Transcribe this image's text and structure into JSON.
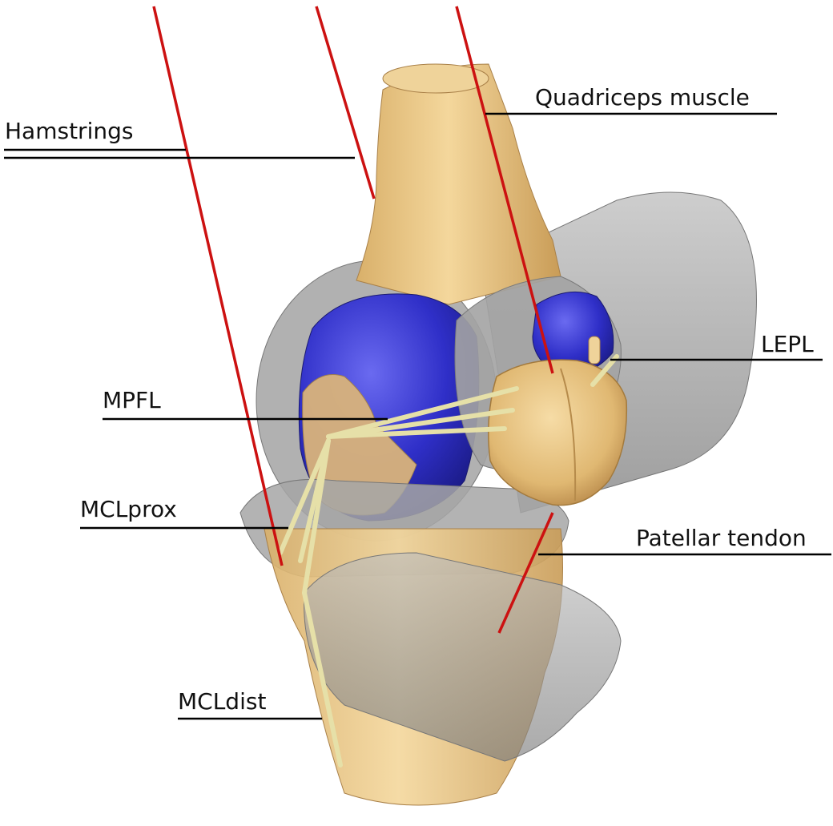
{
  "figure": {
    "labels": {
      "hamstrings": "Hamstrings",
      "quadriceps": "Quadriceps muscle",
      "lepl": "LEPL",
      "mpfl": "MPFL",
      "mclprox": "MCLprox",
      "patellar_tendon": "Patellar tendon",
      "mcldist": "MCLdist"
    },
    "colors": {
      "bone": "#e8c586",
      "bone_dark": "#c9a266",
      "cartilage": "#3a3ad6",
      "transparent_body": "#9a9a9a",
      "muscle_line": "#cc1111",
      "ligament": "#e6e0a8",
      "leader_line": "#000000"
    }
  }
}
